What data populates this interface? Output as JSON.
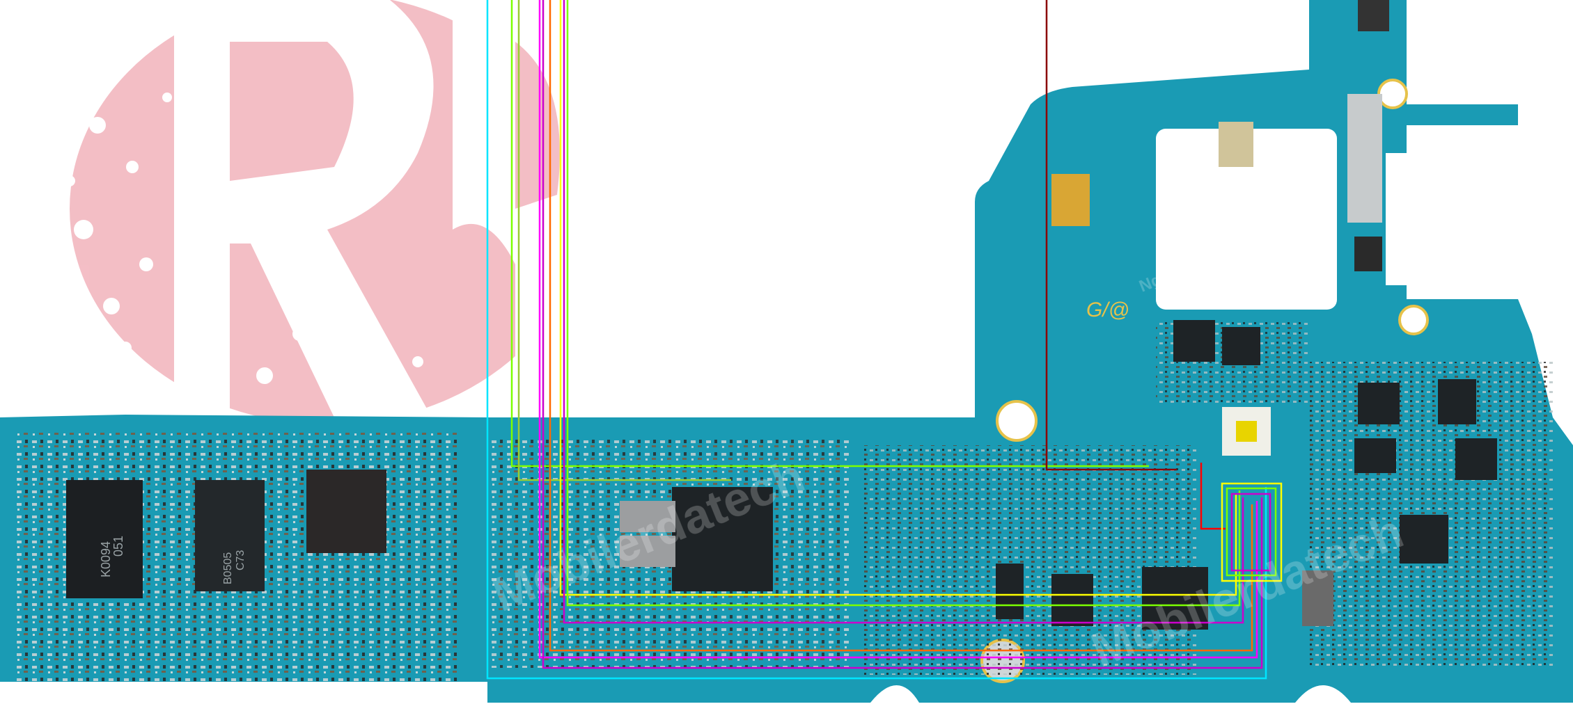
{
  "image": {
    "subject": "smartphone-motherboard-schematic-trace",
    "board_color": "#1a9bb4",
    "background": "#ffffff"
  },
  "watermark": {
    "logo_color": "#f2b3bc",
    "text_repeat": "Mobilerdatech",
    "text_sub": "Nguyen Duc Hoang Tech"
  },
  "silkscreen": {
    "chip_left_line1": "051",
    "chip_left_line2": "K0094",
    "chip_mid_line1": "C73",
    "chip_mid_line2": "B0505",
    "logo_mark": "G/@"
  },
  "traces": {
    "colors": [
      "#ffff00",
      "#ff00ff",
      "#00e5ff",
      "#7cff00",
      "#cc00cc",
      "#ff6a00",
      "#8b0000",
      "#ff0000"
    ]
  }
}
